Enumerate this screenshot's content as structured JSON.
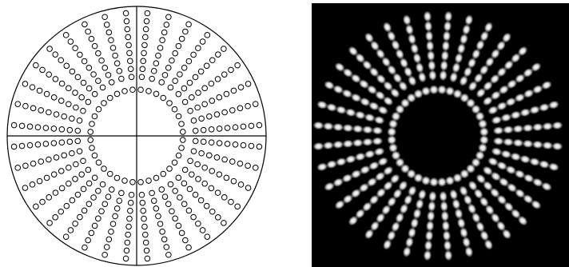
{
  "schematic": {
    "name": "fiber-layout-schematic",
    "outline_color": "#000000",
    "background_color": "#ffffff",
    "has_crosshair": true,
    "inner_ring_count": 36,
    "spoke_count": 36,
    "dots_per_spoke": 9
  },
  "micrograph": {
    "name": "fiber-bundle-image",
    "background_color": "#000000",
    "dot_color": "#e6e6e6",
    "inner_ring_count": 36,
    "spoke_count": 36,
    "dots_per_spoke": 7
  }
}
